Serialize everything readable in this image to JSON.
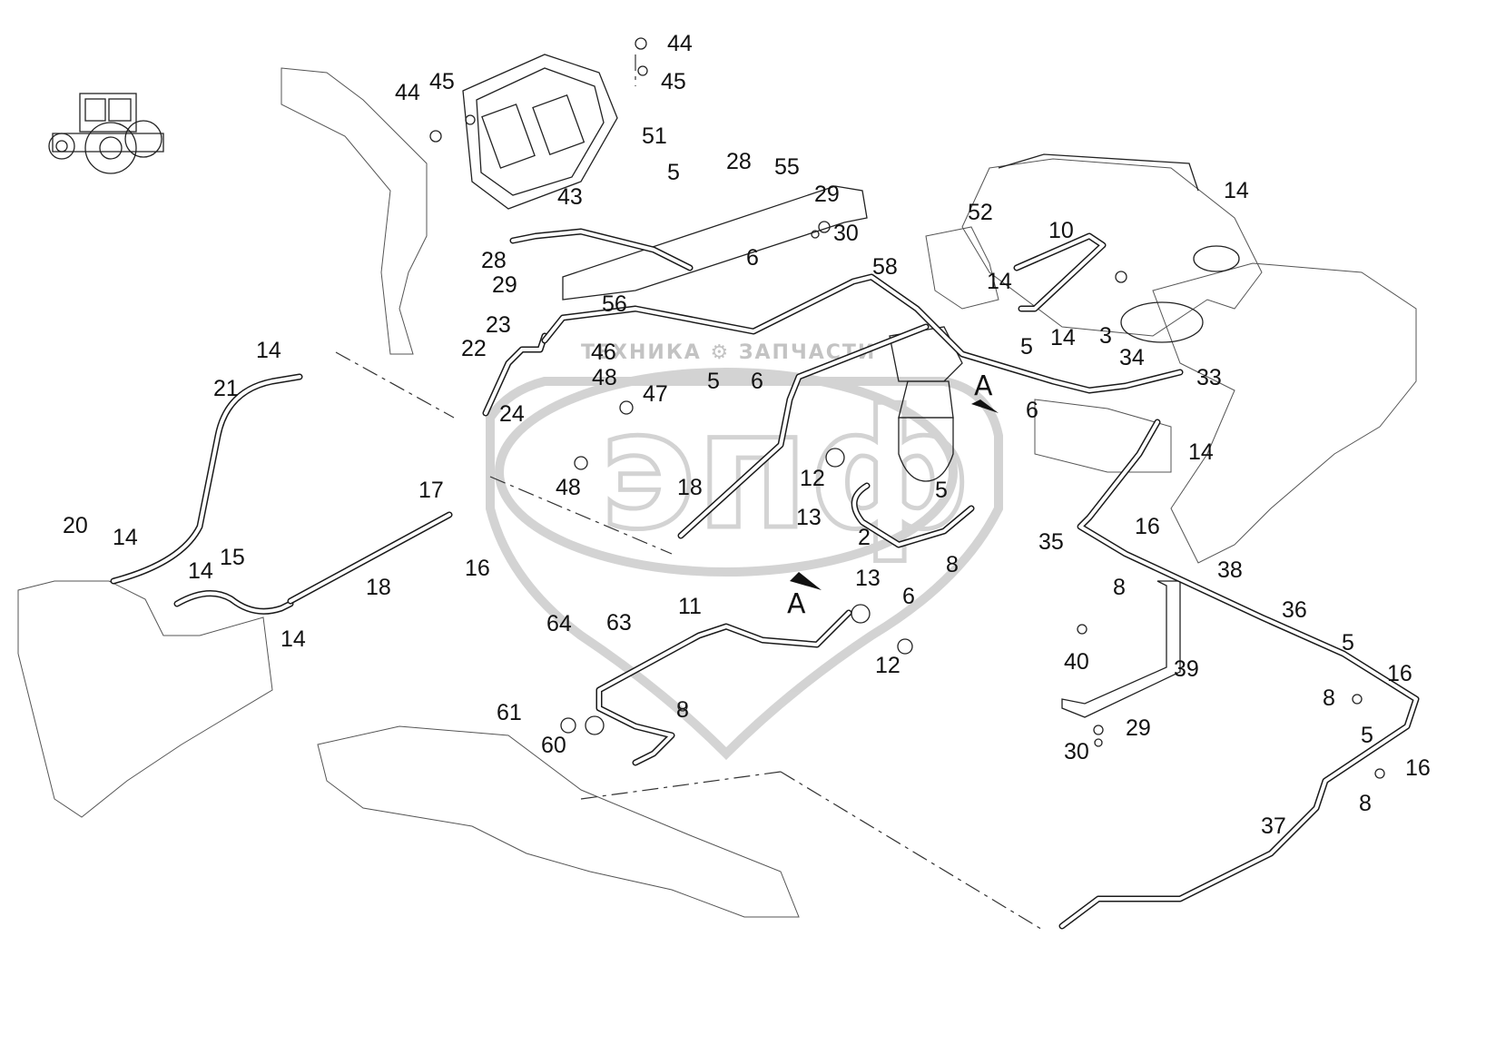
{
  "diagram": {
    "watermark": {
      "brand": "ТЕХНИКА ⚙ ЗАПЧАСТИ",
      "logo": "эпф"
    },
    "view_markers": [
      {
        "id": "a-left",
        "text": "A"
      },
      {
        "id": "a-right",
        "text": "A"
      }
    ],
    "callouts": [
      "44",
      "45",
      "44",
      "45",
      "51",
      "5",
      "28",
      "55",
      "29",
      "30",
      "43",
      "28",
      "29",
      "6",
      "58",
      "52",
      "10",
      "14",
      "14",
      "5",
      "3",
      "14",
      "34",
      "33",
      "56",
      "23",
      "22",
      "46",
      "48",
      "47",
      "24",
      "5",
      "6",
      "6",
      "14",
      "14",
      "21",
      "12",
      "13",
      "18",
      "5",
      "2",
      "8",
      "6",
      "17",
      "16",
      "18",
      "20",
      "14",
      "14",
      "15",
      "14",
      "35",
      "16",
      "38",
      "8",
      "13",
      "11",
      "12",
      "64",
      "63",
      "8",
      "61",
      "60",
      "36",
      "40",
      "39",
      "29",
      "30",
      "5",
      "16",
      "8",
      "5",
      "16",
      "8",
      "37",
      "48"
    ],
    "icons": [
      "tractor-icon"
    ]
  }
}
